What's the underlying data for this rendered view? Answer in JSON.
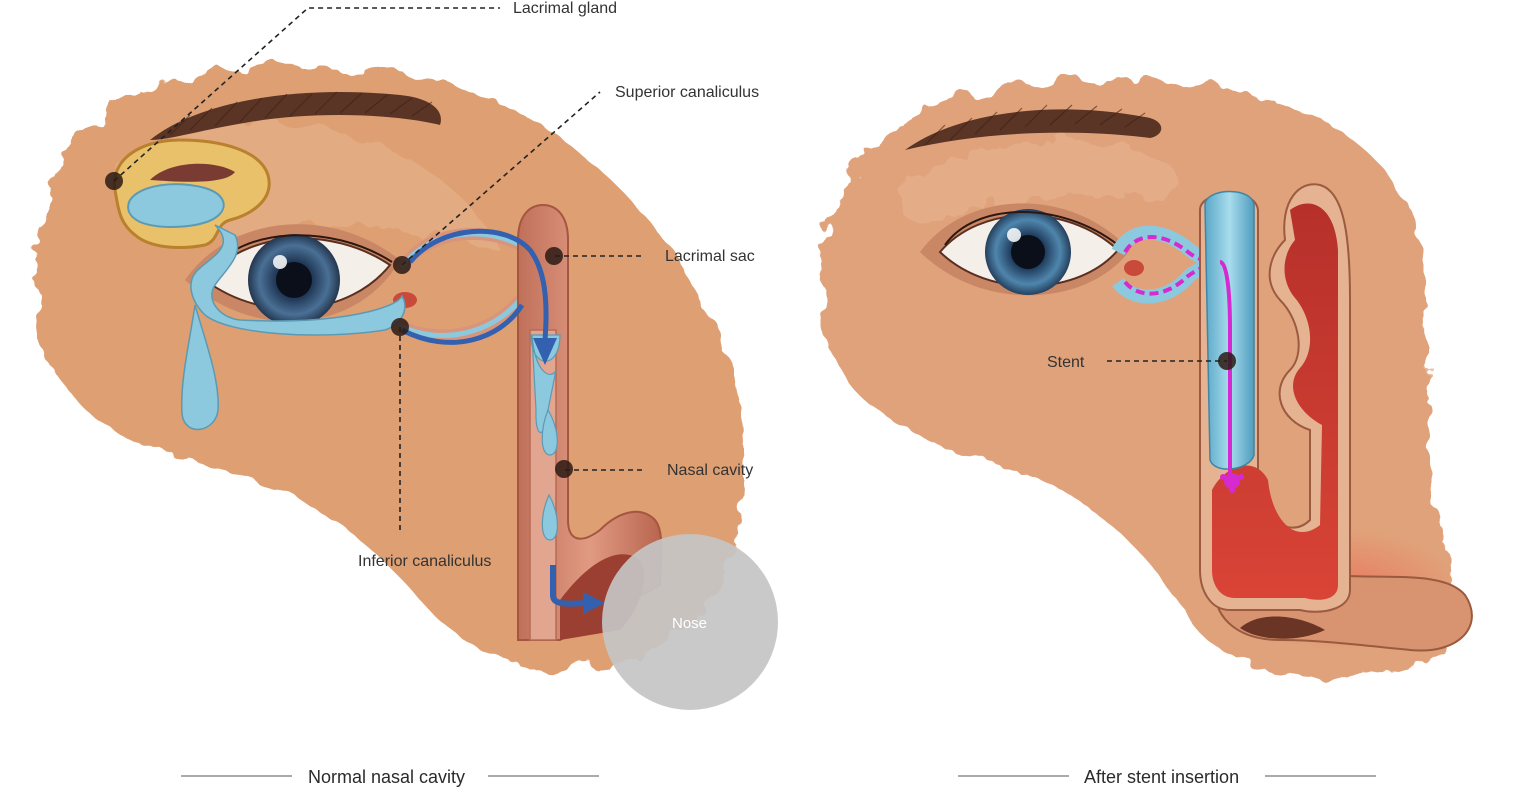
{
  "panels": {
    "left": {
      "caption": "Normal nasal cavity",
      "labels": {
        "lacrimal_gland": "Lacrimal gland",
        "superior_canaliculus": "Superior canaliculus",
        "lacrimal_sac": "Lacrimal sac",
        "nasal_cavity": "Nasal cavity",
        "inferior_canaliculus": "Inferior canaliculus",
        "nose": "Nose"
      }
    },
    "right": {
      "caption": "After stent insertion",
      "labels": {
        "stent": "Stent"
      }
    }
  },
  "colors": {
    "skin": "#e0a27a",
    "skin_light": "#e9b894",
    "tear_fluid": "#8cc9de",
    "duct_wall": "#d9957c",
    "flow_arrow": "#3460b0",
    "stent": "#d62ad0",
    "nasal_interior": "#c0392b",
    "nose_circle": "#c4c4c4",
    "leader_line": "#222222"
  }
}
